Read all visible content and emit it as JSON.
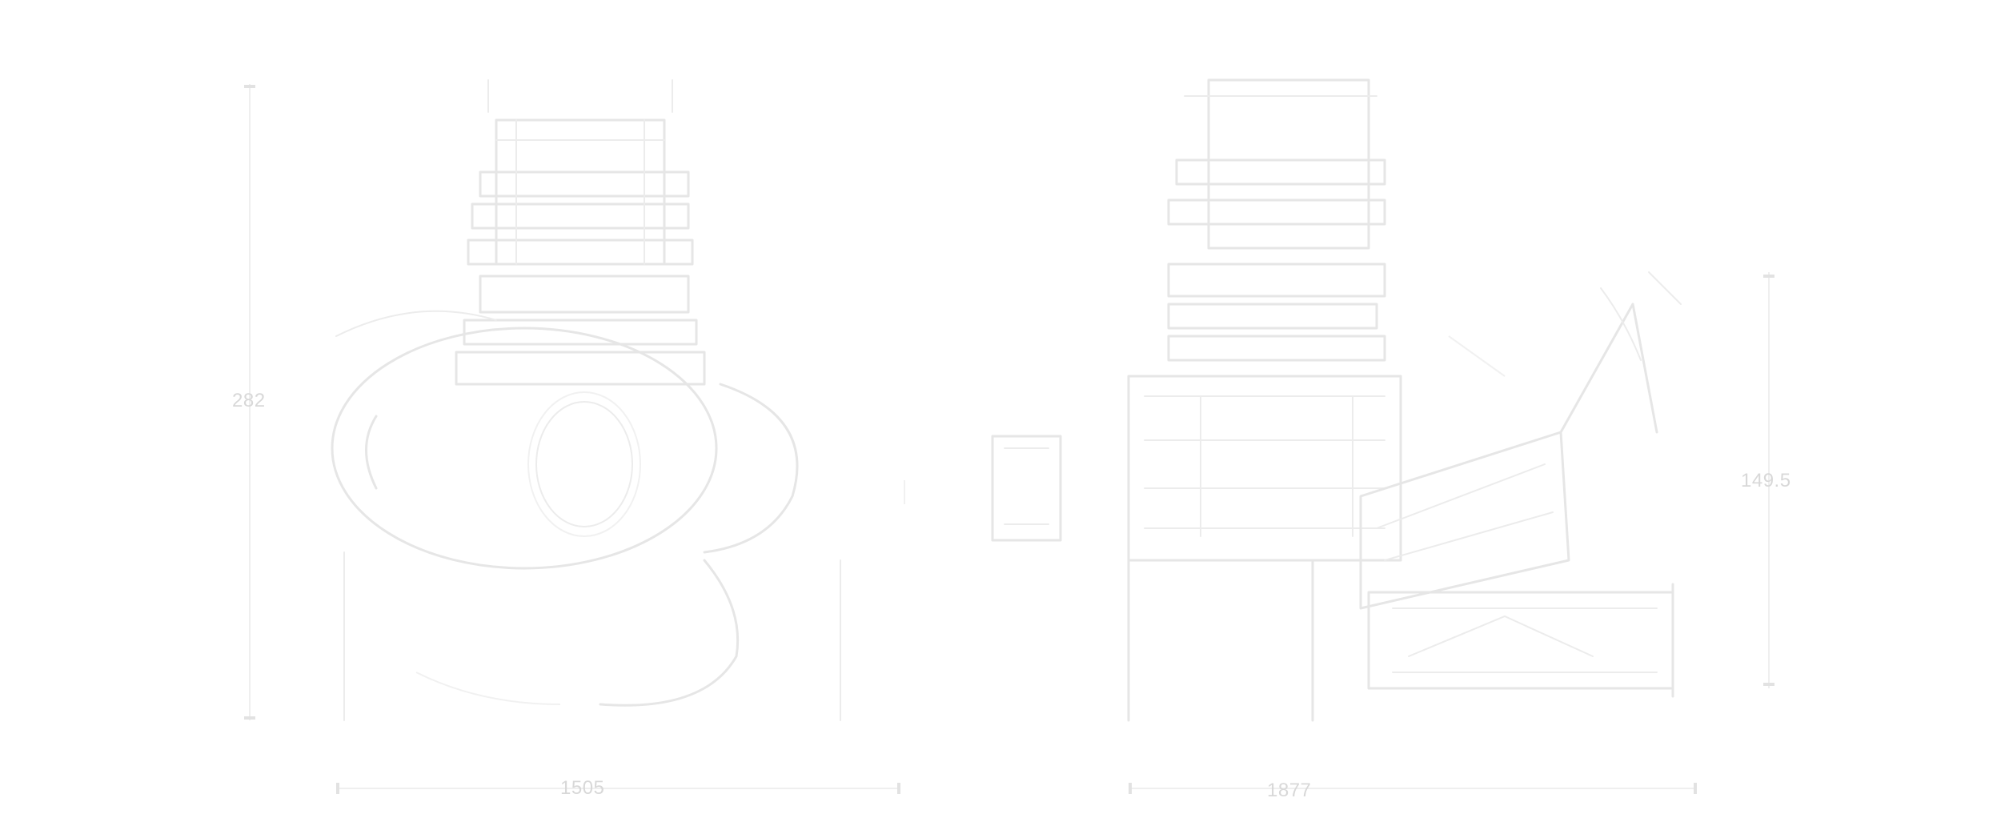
{
  "dimensions": {
    "left_height": "282",
    "left_width": "1505",
    "right_width": "1877",
    "right_height": "149.5"
  },
  "colors": {
    "background": "#ffffff",
    "line": "#e6e6e6",
    "dimension_text": "#d8d8d8"
  }
}
